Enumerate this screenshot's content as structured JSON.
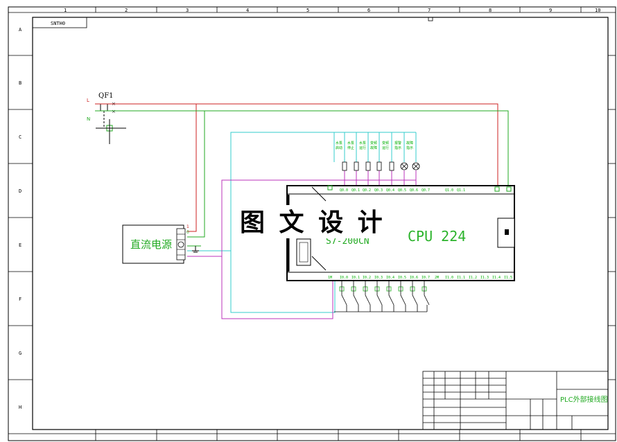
{
  "drawing_code": "SNTH0",
  "top_zone_labels": [
    "1",
    "2",
    "3",
    "4",
    "5",
    "6",
    "7",
    "8",
    "9",
    "10"
  ],
  "side_zone_labels": [
    "A",
    "B",
    "C",
    "D",
    "E",
    "F",
    "G",
    "H"
  ],
  "breaker": {
    "label": "QF1",
    "line_l": "L",
    "line_n": "N"
  },
  "power_supply": {
    "label": "直流电源",
    "term_plus": "1",
    "term_minus": "0"
  },
  "plc": {
    "model_partial": "S7-200CN",
    "cpu_label": "CPU 224"
  },
  "watermark": "图 文 设 计",
  "output_labels": [
    [
      "水泵",
      "启动"
    ],
    [
      "水泵",
      "停止"
    ],
    [
      "水泵",
      "运行"
    ],
    [
      "变频",
      "故障"
    ],
    [
      "变频",
      "运行"
    ],
    [
      "报警",
      "指示"
    ],
    [
      "故障",
      "指示"
    ]
  ],
  "output_terminals": [
    "Q0.0",
    "Q0.1",
    "Q0.2",
    "Q0.3",
    "Q0.4",
    "Q0.5",
    "Q0.6",
    "Q0.7",
    "Q1.0",
    "Q1.1"
  ],
  "input_terminals": [
    "1M",
    "I0.0",
    "I0.1",
    "I0.2",
    "I0.3",
    "I0.4",
    "I0.5",
    "I0.6",
    "I0.7",
    "2M",
    "I1.0",
    "I1.1",
    "I1.2",
    "I1.3",
    "I1.4",
    "I1.5"
  ],
  "title_block": {
    "drawing_title": "PLC外部接线图"
  },
  "colors": {
    "phase_red": "#cc2222",
    "neutral_green": "#22aa22",
    "cyan_wire": "#33cccc",
    "magenta_wire": "#bb33bb"
  }
}
